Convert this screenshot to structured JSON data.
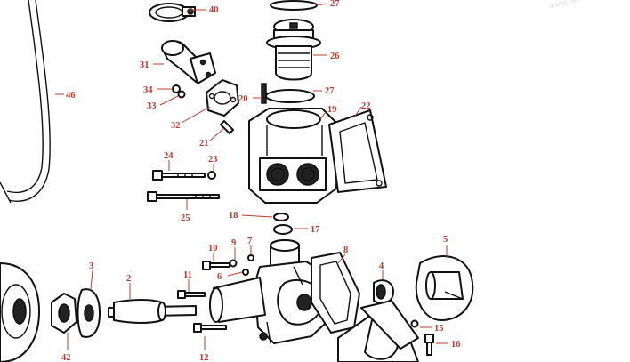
{
  "watermark": "www.minervaa",
  "labels": [
    {
      "id": "40",
      "text": "40"
    },
    {
      "id": "27a",
      "text": "27"
    },
    {
      "id": "26",
      "text": "26"
    },
    {
      "id": "31",
      "text": "31"
    },
    {
      "id": "34",
      "text": "34"
    },
    {
      "id": "33",
      "text": "33"
    },
    {
      "id": "32",
      "text": "32"
    },
    {
      "id": "20",
      "text": "20"
    },
    {
      "id": "27b",
      "text": "27"
    },
    {
      "id": "19",
      "text": "19"
    },
    {
      "id": "22",
      "text": "22"
    },
    {
      "id": "21",
      "text": "21"
    },
    {
      "id": "46",
      "text": "46"
    },
    {
      "id": "24",
      "text": "24"
    },
    {
      "id": "23",
      "text": "23"
    },
    {
      "id": "25",
      "text": "25"
    },
    {
      "id": "18",
      "text": "18"
    },
    {
      "id": "17",
      "text": "17"
    },
    {
      "id": "10",
      "text": "10"
    },
    {
      "id": "9",
      "text": "9"
    },
    {
      "id": "7",
      "text": "7"
    },
    {
      "id": "8",
      "text": "8"
    },
    {
      "id": "5",
      "text": "5"
    },
    {
      "id": "3",
      "text": "3"
    },
    {
      "id": "2",
      "text": "2"
    },
    {
      "id": "11",
      "text": "11"
    },
    {
      "id": "6",
      "text": "6"
    },
    {
      "id": "4",
      "text": "4"
    },
    {
      "id": "15",
      "text": "15"
    },
    {
      "id": "12",
      "text": "12"
    },
    {
      "id": "16",
      "text": "16"
    },
    {
      "id": "42",
      "text": "42"
    }
  ]
}
